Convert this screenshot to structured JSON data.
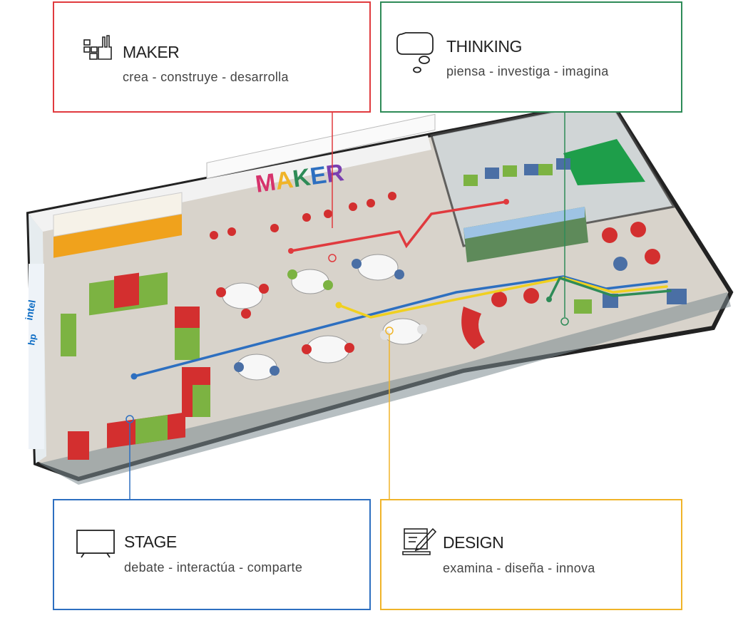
{
  "zones": {
    "maker": {
      "title": "MAKER",
      "subtitle": "crea - construye - desarrolla",
      "color": "#e03a3e",
      "icon": "maker-blocks-icon"
    },
    "thinking": {
      "title": "THINKING",
      "subtitle": "piensa - investiga - imagina",
      "color": "#2e8b57",
      "icon": "thought-bubble-icon"
    },
    "stage": {
      "title": "STAGE",
      "subtitle": "debate - interactúa - comparte",
      "color": "#2d6fc0",
      "icon": "monitor-icon"
    },
    "design": {
      "title": "DESIGN",
      "subtitle": "examina - diseña - innova",
      "color": "#f0b429",
      "icon": "drawing-pad-icon"
    }
  },
  "wall_sign": {
    "text": "MAKER"
  },
  "brand_logos": [
    "intel",
    "hp"
  ]
}
